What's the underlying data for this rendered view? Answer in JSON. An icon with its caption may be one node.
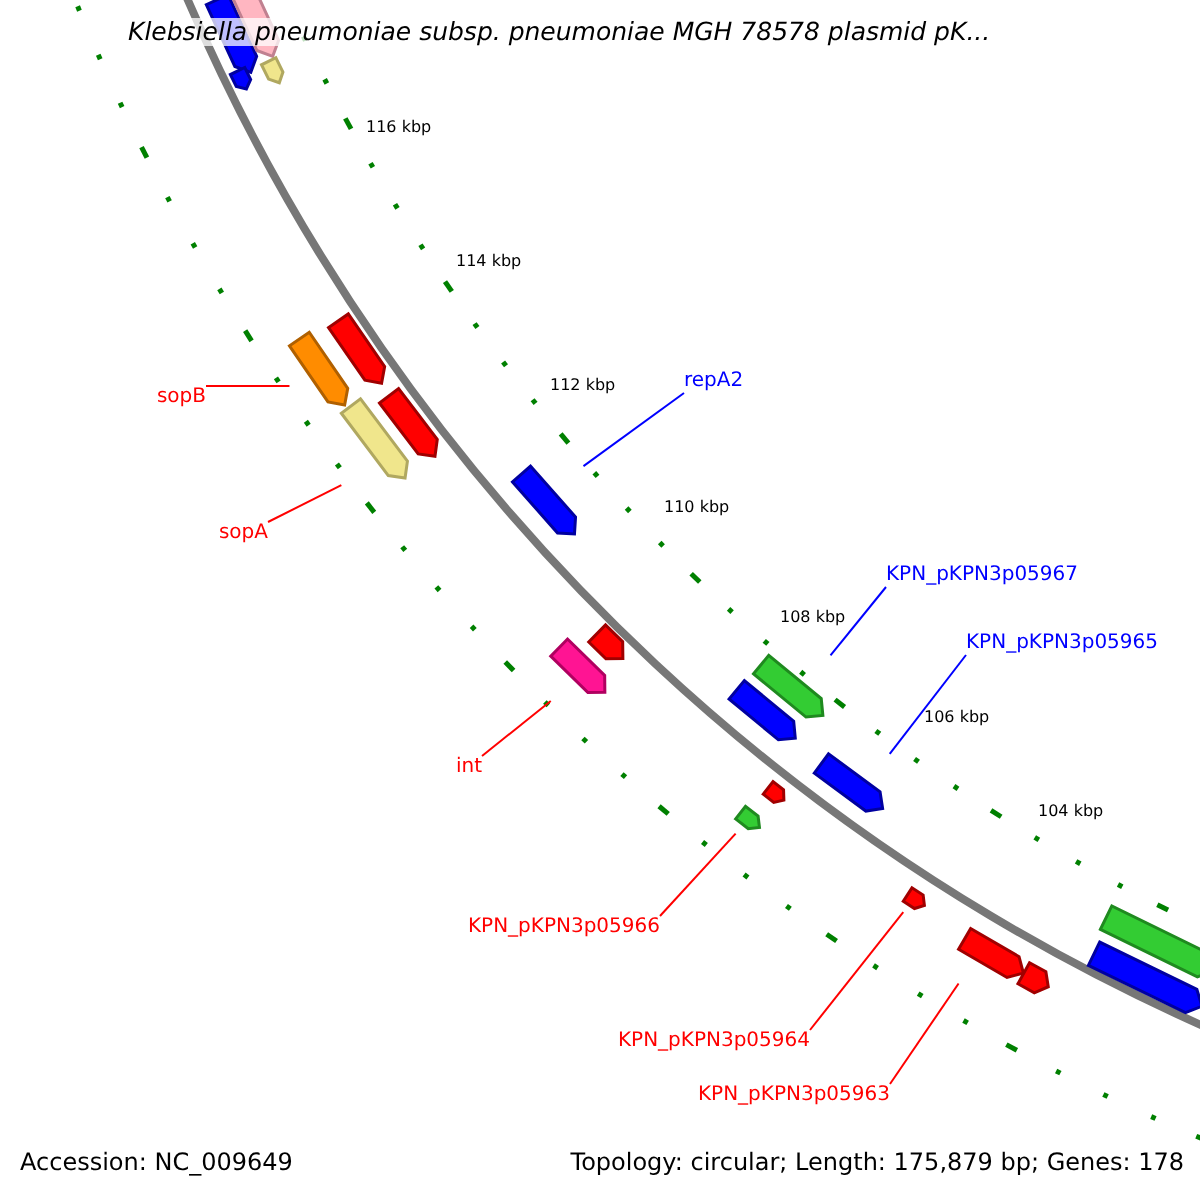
{
  "diagram": {
    "title": "Klebsiella pneumoniae subsp. pneumoniae MGH 78578 plasmid pK...",
    "nodes": [
      {
        "text": [
          "repA2"
        ]
      },
      {
        "text": [],
        "shape": "bar"
      },
      {
        "text": [
          "sopB"
        ]
      },
      {
        "text": [],
        "shape": "bar"
      },
      {
        "text": [
          "sopA"
        ]
      },
      {
        "text": [],
        "shape": "bar"
      },
      {
        "text": [
          "KPN_pKPN3p05967"
        ]
      },
      {
        "text": [],
        "shape": "bar"
      },
      {
        "text": [
          "KPN_pKPN3p05965"
        ]
      },
      {
        "text": [],
        "shape": "bar"
      },
      {
        "text": [
          "int"
        ]
      },
      {
        "text": [],
        "shape": "bar"
      },
      {
        "text": [
          "KPN_pKPN3p05966"
        ]
      },
      {
        "text": [],
        "shape": "bar"
      },
      {
        "text": [
          "KPN_pKPN3p05964"
        ]
      },
      {
        "text": [],
        "shape": "bar"
      },
      {
        "text": [
          "KPN_pKPN3p05963"
        ]
      },
      {
        "text": [],
        "shape": "bar"
      },
      {
        "text": [],
        "shape": "bar"
      },
      {
        "text": [],
        "shape": "bar"
      },
      {
        "text": [],
        "shape": "bar"
      },
      {
        "text": [],
        "shape": "bar"
      },
      {
        "text": [],
        "shape": "bar"
      },
      {
        "text": [],
        "shape": "bar"
      },
      {
        "text": [],
        "shape": "bar"
      },
      {
        "text": [],
        "shape": "bar"
      },
      {
        "text": [],
        "shape": "bar"
      },
      {
        "text": [],
        "shape": "bar"
      },
      {
        "text": [],
        "shape": "bar"
      },
      {
        "text": [],
        "shape": "bar"
      }
    ],
    "edges": [
      {
        "from": 0,
        "to": 1,
        "arrow": "none",
        "color": "#0000ff"
      },
      {
        "from": 2,
        "to": 3,
        "arrow": "none",
        "color": "#ff0000"
      },
      {
        "from": 4,
        "to": 5,
        "arrow": "none",
        "color": "#ff0000"
      },
      {
        "from": 6,
        "to": 7,
        "arrow": "none",
        "color": "#0000ff"
      },
      {
        "from": 8,
        "to": 9,
        "arrow": "none",
        "color": "#0000ff"
      },
      {
        "from": 10,
        "to": 11,
        "arrow": "none",
        "color": "#ff0000"
      },
      {
        "from": 12,
        "to": 13,
        "arrow": "none",
        "color": "#ff0000"
      },
      {
        "from": 14,
        "to": 15,
        "arrow": "none",
        "color": "#ff0000"
      },
      {
        "from": 16,
        "to": 17,
        "arrow": "none",
        "color": "#ff0000"
      }
    ],
    "labels": [
      "116 kbp",
      "114 kbp",
      "112 kbp",
      "110 kbp",
      "108 kbp",
      "106 kbp",
      "104 kbp",
      "Accession: NC_009649",
      "Topology: circular; Length: 175,879 bp; Genes: 178"
    ]
  }
}
